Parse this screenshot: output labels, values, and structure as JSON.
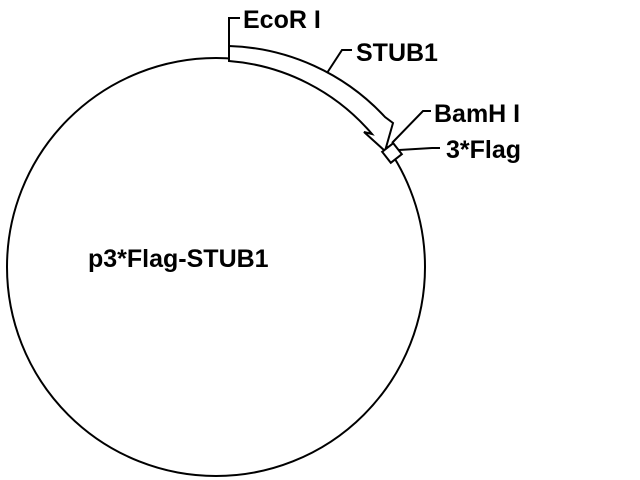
{
  "plasmid": {
    "name": "p3*Flag-STUB1"
  },
  "labels": {
    "ecori": "EcoR I",
    "stub1": "STUB1",
    "bamhi": "BamH I",
    "flag": "3*Flag"
  },
  "colors": {
    "line": "#000000",
    "background": "#ffffff"
  }
}
